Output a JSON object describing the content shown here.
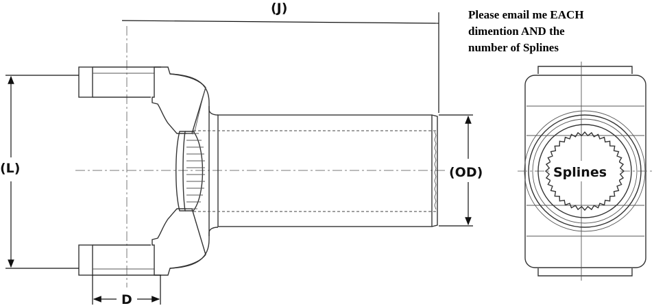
{
  "labels": {
    "j": "(J)",
    "l": "(L)",
    "od": "(OD)",
    "d": "D",
    "splines": "Splines"
  },
  "note": {
    "lines": [
      "Please email me EACH",
      "dimention AND the",
      "number of Splines"
    ]
  }
}
